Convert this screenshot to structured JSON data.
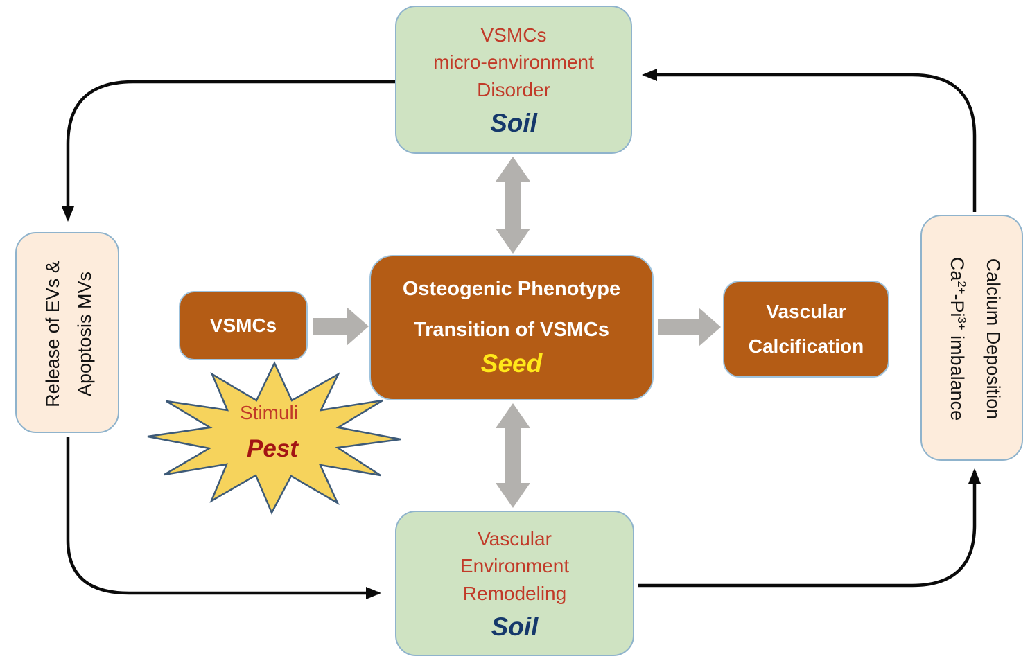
{
  "figure": {
    "description": "Seed and soil cycle diagram of VSMC osteogenic phenotype transition and vascular calcification"
  },
  "colors": {
    "green_box": "#cfe3c2",
    "orange_box": "#b45c15",
    "peach_box": "#fdecdc",
    "red_text": "#c13a28",
    "soil_text": "#15386b",
    "seed_text": "#ffe81a",
    "pest_text": "#a31414",
    "gray_arrow": "#b3b1ae",
    "black_arrow": "#0a0a0a",
    "star_fill": "#f6d35c",
    "star_stroke": "#3d5a78"
  },
  "nodes": {
    "top_soil": {
      "line1": "VSMCs",
      "line2": "micro-environment",
      "line3": "Disorder",
      "label": "Soil"
    },
    "release": {
      "line1": "Release of EVs &",
      "line2": "Apoptosis MVs"
    },
    "vsmcs": {
      "label": "VSMCs"
    },
    "transition": {
      "line1": "Osteogenic Phenotype",
      "line2": "Transition of VSMCs",
      "label": "Seed"
    },
    "calcification": {
      "line1": "Vascular",
      "line2": "Calcification"
    },
    "imbalance": {
      "ca": "Ca",
      "ca_sup": "2+",
      "pi": "-Pi",
      "pi_sup": "3+",
      "rest": " imbalance",
      "line2": "Calcium Deposition"
    },
    "bottom_soil": {
      "line1": "Vascular",
      "line2": "Environment",
      "line3": "Remodeling",
      "label": "Soil"
    },
    "stimuli": {
      "line1": "Stimuli",
      "label": "Pest"
    }
  }
}
